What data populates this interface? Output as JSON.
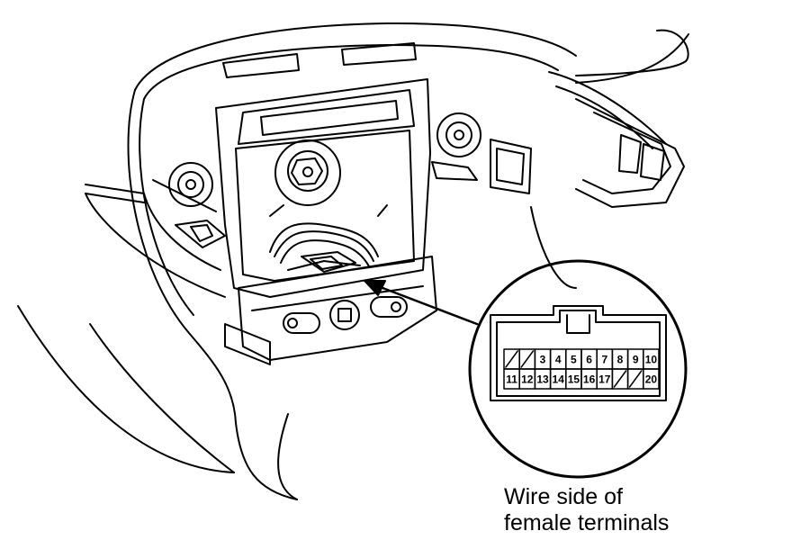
{
  "caption": {
    "line1": "Wire side of",
    "line2": "female terminals"
  },
  "connector": {
    "row1": [
      "",
      "",
      "3",
      "4",
      "5",
      "6",
      "7",
      "8",
      "9",
      "10"
    ],
    "row2": [
      "11",
      "12",
      "13",
      "14",
      "15",
      "16",
      "17",
      "",
      "",
      "20"
    ],
    "empty_cavity_style": "diagonal-slash"
  },
  "colors": {
    "line": "#000000",
    "background": "#ffffff"
  }
}
